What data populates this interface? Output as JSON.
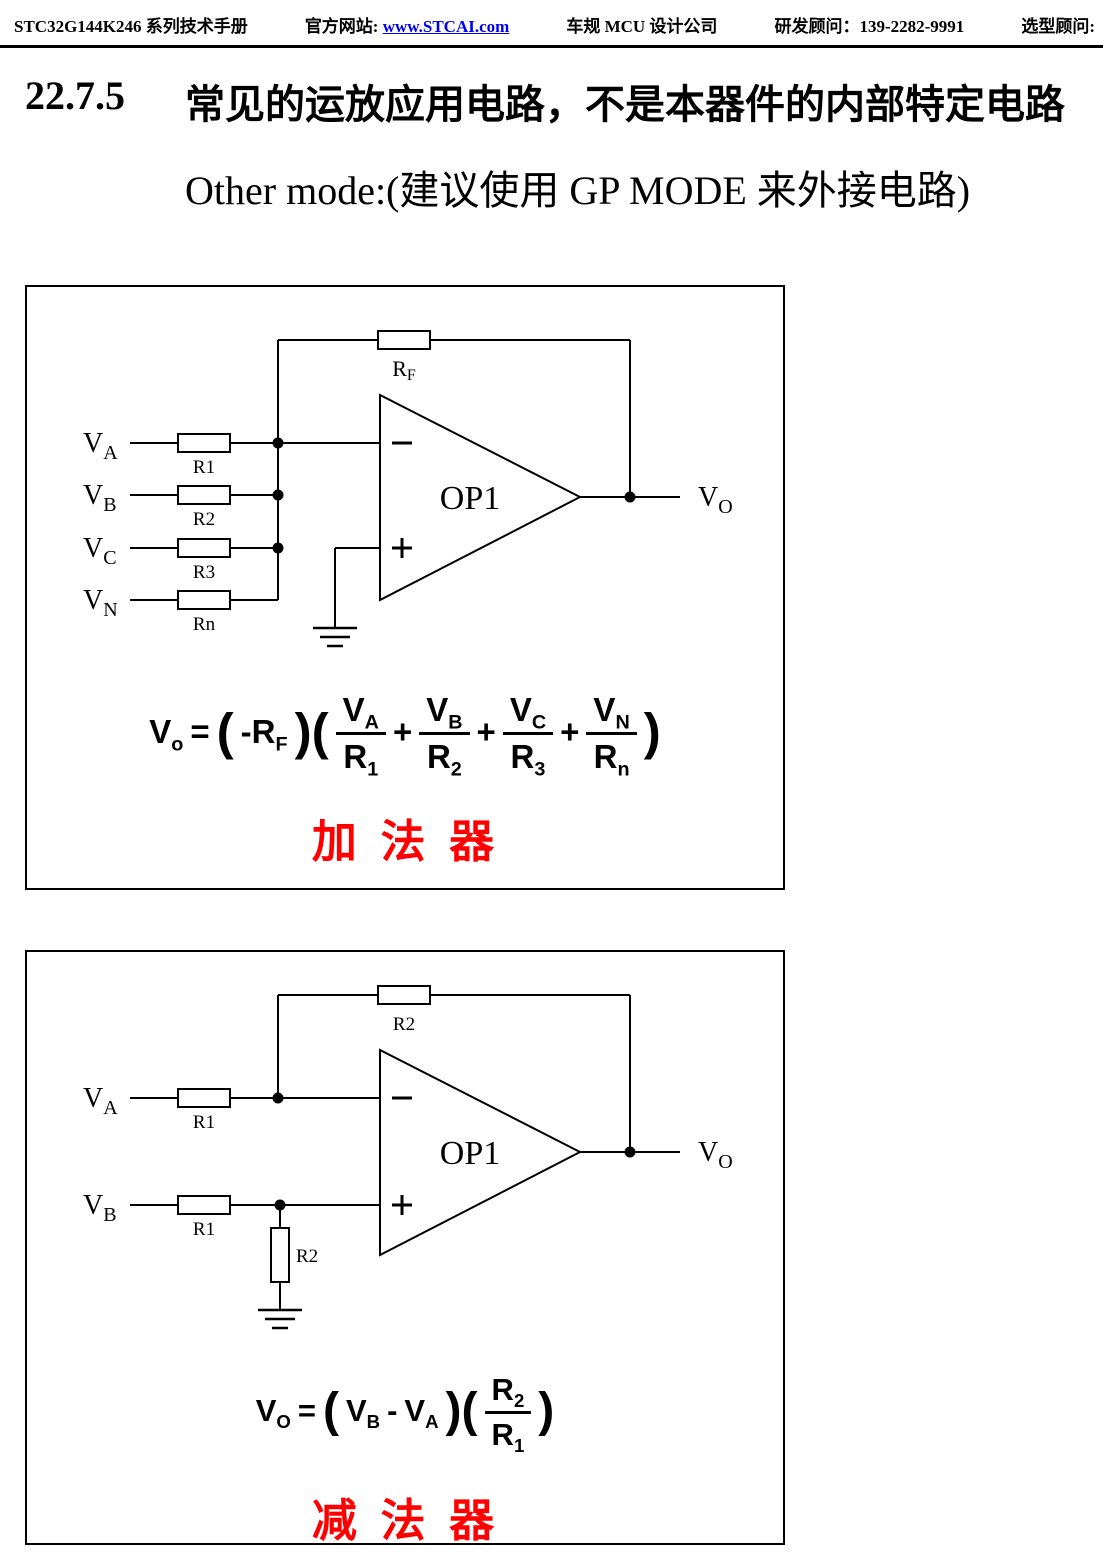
{
  "page": {
    "header": {
      "manual_title": "STC32G144K246 系列技术手册",
      "site_label": "官方网站:",
      "site_link": "www.STCAI.com",
      "company": "车规 MCU 设计公司",
      "rd_contact": "研发顾问：139-2282-9991",
      "selection_label": "选型顾问:"
    },
    "section_number": "22.7.5",
    "section_title": "常见的运放应用电路，不是本器件的内部特定电路",
    "subtitle": "Other mode:(建议使用 GP MODE 来外接电路)"
  },
  "colors": {
    "caption_red": "#FF0000",
    "link_blue": "#0000EE",
    "line_black": "#000000"
  },
  "adder": {
    "opamp_label": "OP1",
    "feedback_r": {
      "main": "R",
      "sub": "F"
    },
    "inputs": [
      {
        "v": "V",
        "vs": "A",
        "r": "R1"
      },
      {
        "v": "V",
        "vs": "B",
        "r": "R2"
      },
      {
        "v": "V",
        "vs": "C",
        "r": "R3"
      },
      {
        "v": "V",
        "vs": "N",
        "r": "Rn"
      }
    ],
    "output": {
      "v": "V",
      "vs": "O"
    },
    "formula": {
      "lhs_v": "V",
      "lhs_vs": "o",
      "eq": "=",
      "coef_open": "(",
      "coef_neg": "-",
      "coef_r": "R",
      "coef_rs": "F",
      "coef_close": ")(",
      "terms": [
        {
          "nv": "V",
          "nvs": "A",
          "dr": "R",
          "drs": "1"
        },
        {
          "nv": "V",
          "nvs": "B",
          "dr": "R",
          "drs": "2"
        },
        {
          "nv": "V",
          "nvs": "C",
          "dr": "R",
          "drs": "3"
        },
        {
          "nv": "V",
          "nvs": "N",
          "dr": "R",
          "drs": "n"
        }
      ],
      "plus": "+",
      "close": ")"
    },
    "caption": "加 法 器"
  },
  "subtractor": {
    "opamp_label": "OP1",
    "feedback_r": "R2",
    "input_a": {
      "v": "V",
      "vs": "A",
      "r": "R1"
    },
    "input_b": {
      "v": "V",
      "vs": "B",
      "r": "R1"
    },
    "shunt_r": "R2",
    "output": {
      "v": "V",
      "vs": "O"
    },
    "formula": {
      "lhs_v": "V",
      "lhs_vs": "O",
      "eq": "=",
      "open": "(",
      "vb": "V",
      "vbs": "B",
      "minus": "-",
      "va": "V",
      "vas": "A",
      "mid": ")(",
      "frac": {
        "nr": "R",
        "nrs": "2",
        "dr": "R",
        "drs": "1"
      },
      "close": ")"
    },
    "caption": "减 法 器"
  }
}
